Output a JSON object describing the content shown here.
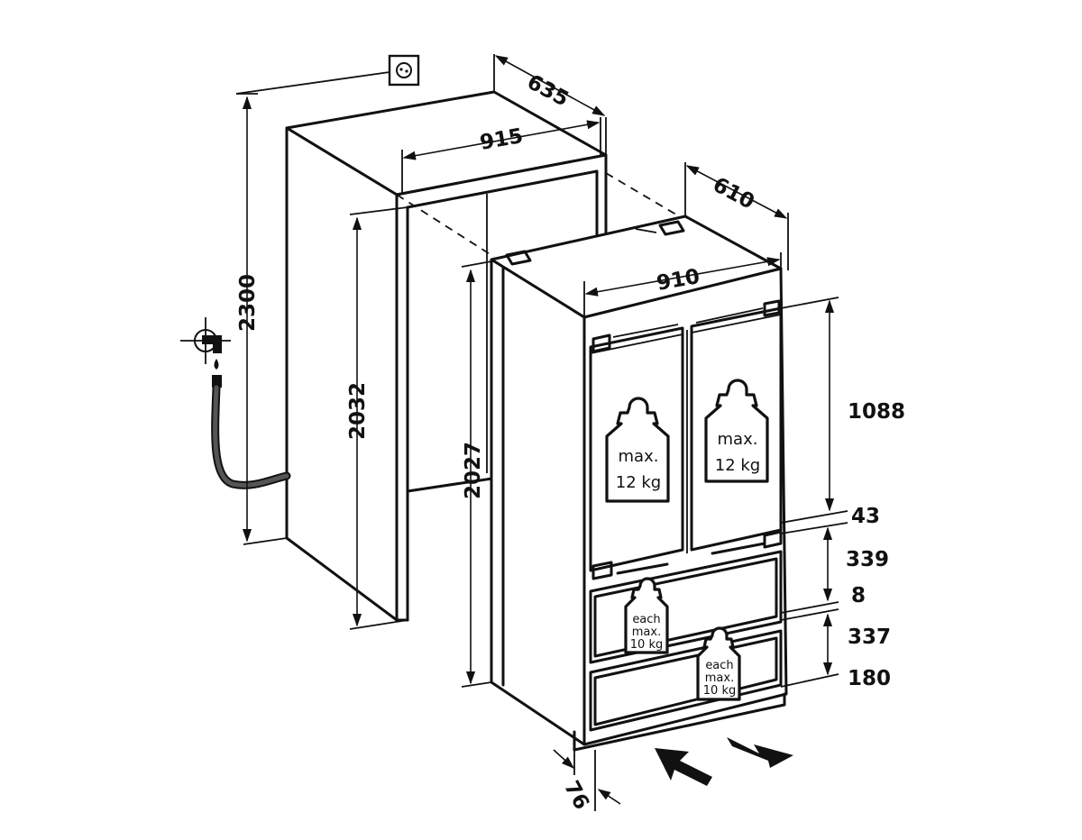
{
  "dimensions": {
    "niche_depth": "635",
    "niche_width": "915",
    "niche_total_height": "2300",
    "niche_height": "2032",
    "appliance_depth": "610",
    "appliance_width": "910",
    "appliance_height": "2027",
    "upper_section": "1088",
    "gap_upper": "43",
    "drawer_upper": "339",
    "gap_lower": "8",
    "drawer_lower": "337",
    "plinth": "180",
    "front_offset": "76"
  },
  "load_labels": {
    "door_max_line1": "max.",
    "door_max_line2": "12 kg",
    "drawer_line1": "each",
    "drawer_line2": "max.",
    "drawer_line3": "10 kg"
  },
  "icons": [
    "power-socket-icon",
    "water-tap-icon",
    "weight-icon",
    "airflow-arrow-icon"
  ]
}
